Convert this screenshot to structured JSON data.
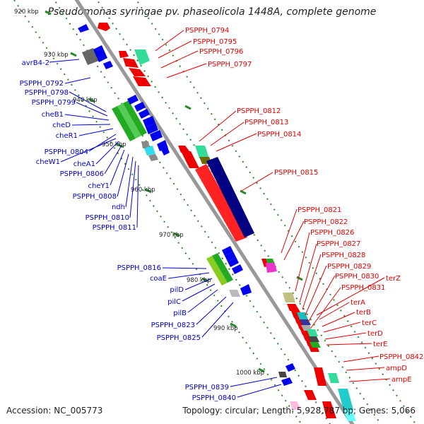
{
  "title": "Pseudomonas syringae pv. phaseolicola 1448A, complete genome",
  "footer": {
    "accession": "Accession: NC_005773",
    "summary": "Topology: circular; Length: 5,928,787 bp; Genes: 5,066"
  },
  "colors": {
    "forward_label": "#e00000",
    "reverse_label": "#0000cc",
    "backbone": "#999999",
    "tick": "#2a8a2a"
  },
  "scale_ticks": [
    "920 kbp",
    "930 kbp",
    "940 kbp",
    "950 kbp",
    "960 kbp",
    "970 kbp",
    "980 kbp",
    "990 kbp",
    "1000 kbp"
  ],
  "forward_labels": [
    "PSPPH_0794",
    "PSPPH_0795",
    "PSPPH_0796",
    "PSPPH_0797",
    "PSPPH_0812",
    "PSPPH_0813",
    "PSPPH_0814",
    "PSPPH_0815",
    "PSPPH_0821",
    "PSPPH_0822",
    "PSPPH_0826",
    "PSPPH_0827",
    "PSPPH_0828",
    "PSPPH_0829",
    "PSPPH_0830",
    "PSPPH_0831",
    "terZ",
    "terA",
    "terB",
    "terC",
    "terD",
    "terE",
    "PSPPH_0842",
    "ampD",
    "ampE"
  ],
  "reverse_labels": [
    "avrB4-2",
    "PSPPH_0792",
    "PSPPH_0798",
    "PSPPH_0799",
    "cheB1",
    "cheD",
    "cheR1",
    "PSPPH_0804",
    "cheW1",
    "cheA1",
    "PSPPH_0806",
    "cheY1",
    "PSPPH_0808",
    "ndh",
    "PSPPH_0810",
    "PSPPH_0811",
    "PSPPH_0816",
    "coaE",
    "pilD",
    "pilC",
    "pilB",
    "PSPPH_0823",
    "PSPPH_0825",
    "PSPPH_0839",
    "PSPPH_0840"
  ]
}
